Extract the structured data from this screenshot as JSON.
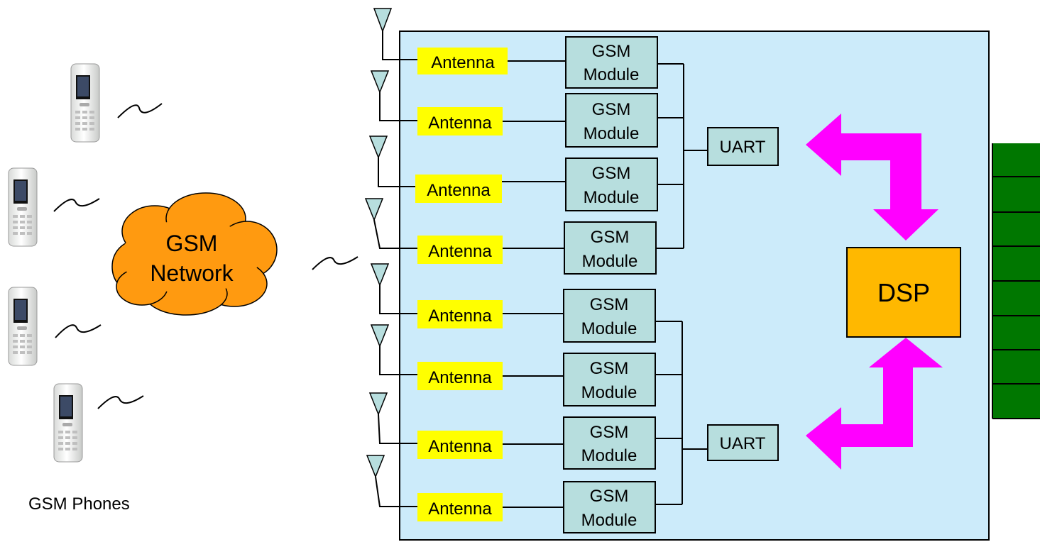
{
  "phones_label": "GSM Phones",
  "network": {
    "line1": "GSM",
    "line2": "Network"
  },
  "antenna_label": "Antenna",
  "module": {
    "line1": "GSM",
    "line2": "Module"
  },
  "uart_label": "UART",
  "dsp_label": "DSP",
  "colors": {
    "board": "#CCEBFA",
    "antenna_box": "#FFFF00",
    "module_box": "#B7DEDE",
    "uart_box": "#B7DEDE",
    "dsp_box": "#FFB800",
    "cloud": "#FF9A10",
    "arrow": "#FF00FF",
    "connector": "#007700",
    "antenna_symbol": "#B7DEDE"
  },
  "icons": [
    "phone-icon",
    "signal-wave-icon",
    "antenna-icon",
    "bidirectional-arrow-icon",
    "cloud-shape"
  ]
}
